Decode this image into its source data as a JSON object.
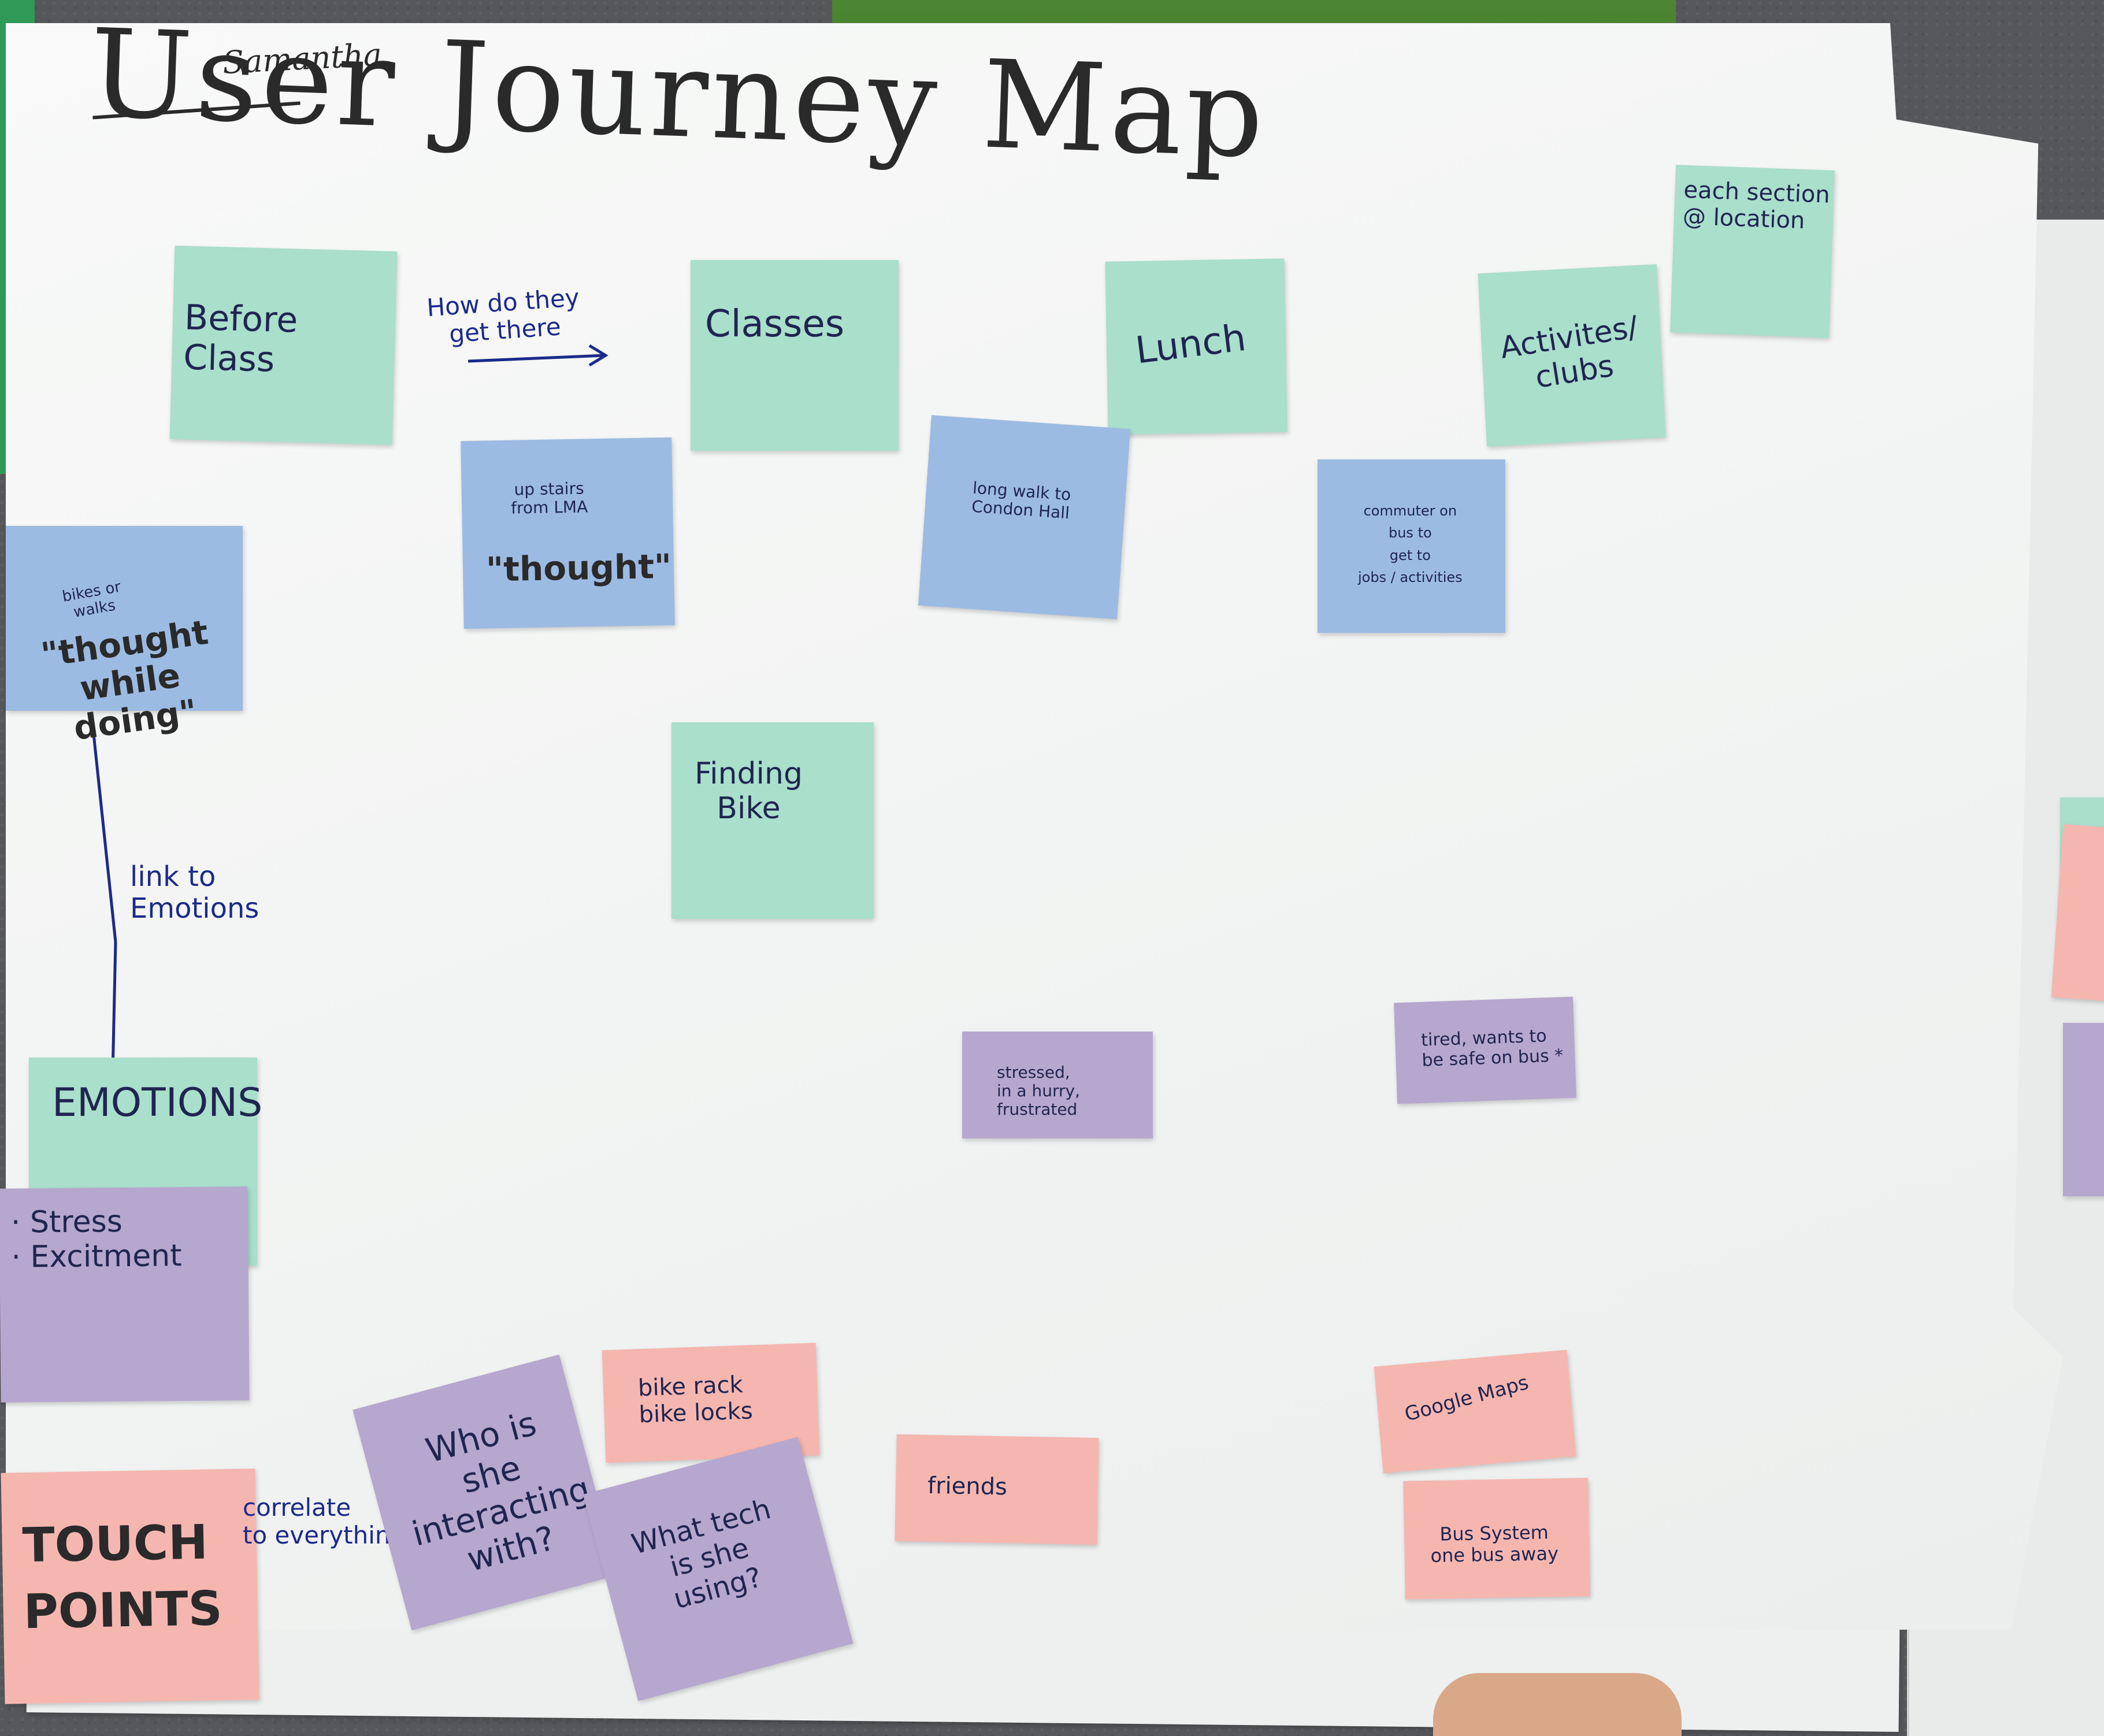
{
  "board": {
    "title": "User Journey Map",
    "title_name": "Samantha"
  },
  "notes": {
    "before_class": "Before Class",
    "classes": "Classes",
    "lunch": "Lunch",
    "activites": "Activites/\nclubs",
    "each_section": "each section\n@ location",
    "up_stairs": "up stairs\nfrom LMA",
    "thought": "\"thought\"",
    "bikes_or_walks": "bikes or\nwalks",
    "thought_while_doing": "\"thought\nwhile doing\"",
    "long_walk": "long walk to\nCondon Hall",
    "commuter": "commuter on\nbus to\nget to\njobs / activities",
    "finding_bike": "Finding\nBike",
    "emotions": "EMOTIONS",
    "stress_excitement": "· Stress\n· Excitment",
    "stressed": "stressed,\nin a hurry,\nfrustrated",
    "tired": "tired, wants to\nbe safe on bus *",
    "touch_points": "TOUCH\nPOINTS",
    "who_is_she": "Who is\nshe interacting\nwith?",
    "bike_rack": "bike rack\nbike locks",
    "what_tech": "What tech\nis she\nusing?",
    "friends": "friends",
    "google_maps": "Google Maps",
    "bus_system": "Bus System\none bus away"
  },
  "annotations": {
    "how_get_there": "How do they\nget there",
    "link_to_emotions": "link to\nEmotions",
    "correlate": "correlate\nto everything"
  },
  "colors": {
    "teal": "#a9dfcb",
    "blue": "#9cbbe3",
    "purple": "#b6a7cf",
    "pink": "#f6b6b0",
    "ink": "#1b2a8a"
  }
}
